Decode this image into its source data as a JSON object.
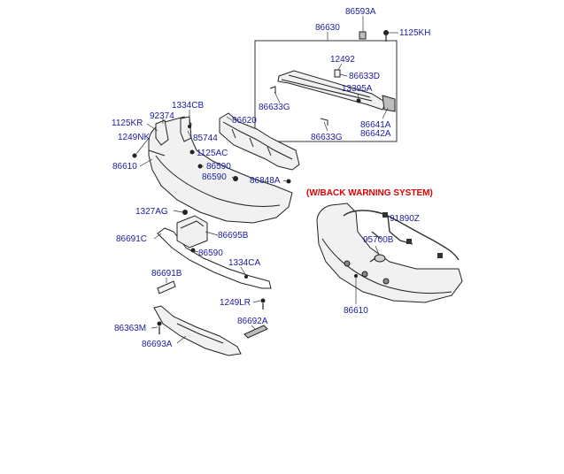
{
  "note": "(W/BACK WARNING SYSTEM)",
  "labels": {
    "p86593A": "86593A",
    "p86630": "86630",
    "p1125KH": "1125KH",
    "p12492": "12492",
    "p86633D": "86633D",
    "p13395A": "13395A",
    "p86633G_a": "86633G",
    "p86633G_b": "86633G",
    "p86641A": "86641A",
    "p86642A": "86642A",
    "p1334CB": "1334CB",
    "p1125KR": "1125KR",
    "p92374": "92374",
    "p86620": "86620",
    "p1249NK": "1249NK",
    "p85744": "85744",
    "p1125AC": "1125AC",
    "p86610_a": "86610",
    "p86590_a": "86590",
    "p86590_b": "86590",
    "p86848A": "86848A",
    "p1327AG": "1327AG",
    "p86691C": "86691C",
    "p86695B": "86695B",
    "p86590_c": "86590",
    "p1334CA": "1334CA",
    "p86691B": "86691B",
    "p1249LR": "1249LR",
    "p86363M": "86363M",
    "p86692A": "86692A",
    "p86693A": "86693A",
    "p91890Z": "91890Z",
    "p95700B": "95700B",
    "p86610_b": "86610"
  }
}
